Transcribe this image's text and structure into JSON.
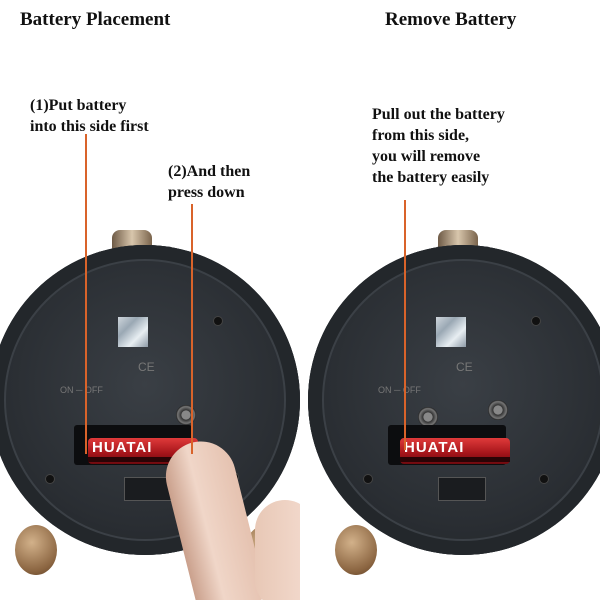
{
  "left": {
    "title": "Battery Placement",
    "note1": [
      "(1)Put battery",
      "into this side first"
    ],
    "note2": [
      "(2)And then",
      "press down"
    ],
    "battery_brand": "HUATAI"
  },
  "right": {
    "title": "Remove Battery",
    "note": [
      "Pull out the battery",
      "from this side,",
      "you will remove",
      "the battery easily"
    ],
    "battery_brand": "HUATAI"
  },
  "colors": {
    "leader": "#d9632a",
    "battery": "#c0202a"
  }
}
